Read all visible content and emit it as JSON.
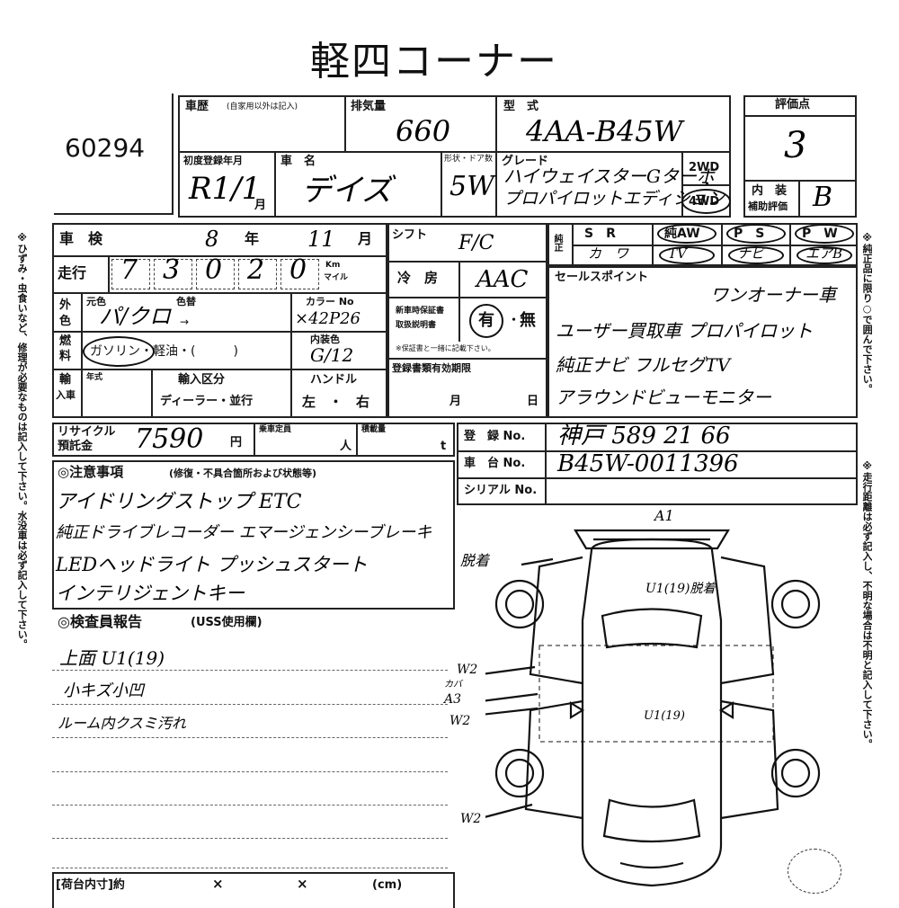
{
  "header": {
    "title": "軽四コーナー",
    "lot_number": "60294"
  },
  "vehicle_history": {
    "label": "車歴",
    "note": "(自家用以外は記入)"
  },
  "displacement": {
    "label": "排気量",
    "value": "660"
  },
  "model_code": {
    "label": "型　式",
    "value": "4AA-B45W"
  },
  "score": {
    "label": "評価点",
    "value": "3"
  },
  "first_registration": {
    "label": "初度登録年月",
    "value": "R1/1",
    "suffix": "月"
  },
  "car_name": {
    "label": "車　名",
    "value": "デイズ"
  },
  "shape_doors": {
    "label": "形状・ドア数",
    "value": "5W"
  },
  "grade": {
    "label": "グレード",
    "line1": "ハイウェイスターGターボ",
    "line2": "プロパイロットエディション"
  },
  "drive": {
    "two": "2WD",
    "dot": "・",
    "four": "4WD"
  },
  "interior": {
    "label1": "内　装",
    "label2": "補助評価",
    "value": "B"
  },
  "inspection": {
    "label": "車　検",
    "year": "8",
    "year_unit": "年",
    "month": "11",
    "month_unit": "月"
  },
  "shift": {
    "label": "シフト",
    "value": "F/C"
  },
  "equipment": {
    "grid_row1": [
      "純正",
      "S　R",
      "純AW",
      "P　S",
      "P　W"
    ],
    "grid_row2": [
      "",
      "カ　ワ",
      "TV",
      "ナビ",
      "エアB"
    ]
  },
  "mileage": {
    "label": "走行",
    "digits": [
      "7",
      "3",
      "0",
      "2",
      "0"
    ],
    "unit1": "Km",
    "unit2": "マイル"
  },
  "aircon": {
    "label": "冷　房",
    "value": "AAC"
  },
  "sales_points": {
    "label": "セールスポイント",
    "lines": [
      "ワンオーナー車",
      "ユーザー買取車 プロパイロット",
      "純正ナビ フルセグTV",
      "アラウンドビューモニター"
    ]
  },
  "exterior_color": {
    "label1": "外",
    "label2": "色",
    "orig_label": "元色",
    "orig_value": "パ/クロ",
    "paint_label": "色替",
    "paint_value": "→"
  },
  "color_no": {
    "label": "カラー No",
    "value": "×42P26"
  },
  "manual": {
    "label1": "新車時保証書",
    "label2": "取扱説明書",
    "value_yes": "有",
    "sep": "・",
    "value_no": "無",
    "note": "※保証書と一緒に記載下さい。"
  },
  "fuel": {
    "label1": "燃",
    "label2": "料",
    "value": "ガソリン・軽油・(　　　)"
  },
  "interior_color": {
    "label": "内装色",
    "value": "G/12"
  },
  "import": {
    "label1": "輸",
    "label2": "入車",
    "year_label": "年式",
    "section_label": "輸入区分",
    "value": "ディーラー・並行"
  },
  "handle": {
    "label": "ハンドル",
    "value": "左　・　右"
  },
  "registration_expiry": {
    "label": "登録書類有効期限",
    "month": "月",
    "day": "日"
  },
  "recycle": {
    "label1": "リサイクル",
    "label2": "預託金",
    "value": "7590",
    "unit": "円"
  },
  "capacity": {
    "label": "乗車定員",
    "unit": "人"
  },
  "load_capacity": {
    "label": "積載量",
    "unit": "t"
  },
  "registration": {
    "label": "登　録 No.",
    "value": "神戸 589 21 66"
  },
  "chassis": {
    "label": "車　台 No.",
    "value": "B45W-0011396"
  },
  "serial": {
    "label": "シリアル No."
  },
  "notes": {
    "label": "◎注意事項",
    "note": "(修復・不具合箇所および状態等)",
    "lines": [
      "アイドリングストップ ETC",
      "純正ドライブレコーダー エマージェンシーブレーキ",
      "LEDヘッドライト プッシュスタート",
      "インテリジェントキー"
    ]
  },
  "inspector": {
    "label": "◎検査員報告",
    "note": "(USS使用欄)",
    "lines": [
      "上面 U1(19)",
      "小キズ小凹",
      "ルーム内クスミ汚れ"
    ]
  },
  "load_dims": {
    "label": "[荷台内寸]約",
    "x1": "×",
    "x2": "×",
    "unit": "(cm)"
  },
  "diagram_marks": {
    "top": "A1",
    "left_door": "脱着",
    "hood": "U1(19)脱着",
    "w2a": "W2",
    "ka": "カバ",
    "a3": "A3",
    "w2b": "W2",
    "roof": "U1(19)",
    "w2c": "W2"
  },
  "side_left": "※ひずみ・虫食いなど、修理が必要なものは記入して下さい。水没車は必ず記入して下さい。",
  "side_right_top": "※純正品に限り○で囲んで下さい。",
  "side_right_bottom": "※走行距離は必ず記入し、不明な場合は不明と記入して下さい。"
}
